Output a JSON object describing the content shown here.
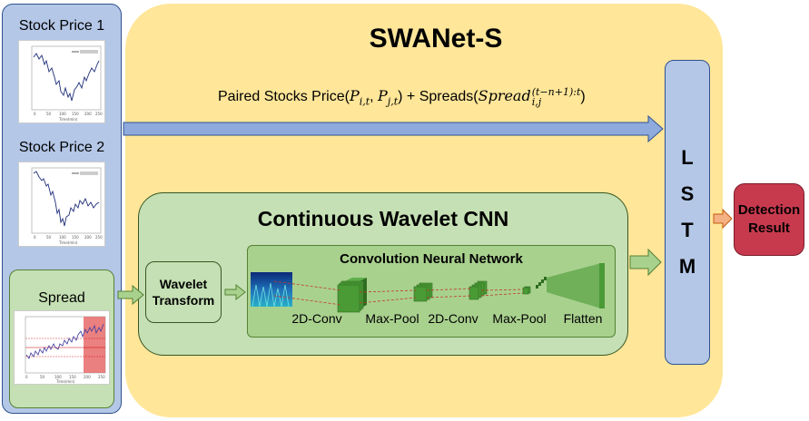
{
  "left": {
    "stock1_label": "Stock Price 1",
    "stock2_label": "Stock Price 2",
    "spread_label": "Spread"
  },
  "main": {
    "title": "SWANet-S",
    "input_text_prefix": "Paired Stocks Price(",
    "input_P": "P",
    "input_sub_it": "i,t",
    "input_sub_jt": "j,t",
    "input_text_mid": ") + Spreads(",
    "input_spread": "Spread",
    "input_sup": "(t−n+1):t",
    "input_sub_ij": "i,j",
    "input_close": ")"
  },
  "cwcnn": {
    "title": "Continuous Wavelet CNN",
    "wavelet_label": "Wavelet Transform",
    "cnn_title": "Convolution Neural Network",
    "layers": [
      "2D-Conv",
      "Max-Pool",
      "2D-Conv",
      "Max-Pool",
      "Flatten"
    ]
  },
  "lstm": {
    "letters": [
      "L",
      "S",
      "T",
      "M"
    ]
  },
  "output": {
    "label": "Detection Result"
  },
  "colors": {
    "blue_panel": "#b4c7e7",
    "yellow_panel": "#ffe699",
    "green_panel": "#c5e0b4",
    "detection": "#c73a4e"
  }
}
